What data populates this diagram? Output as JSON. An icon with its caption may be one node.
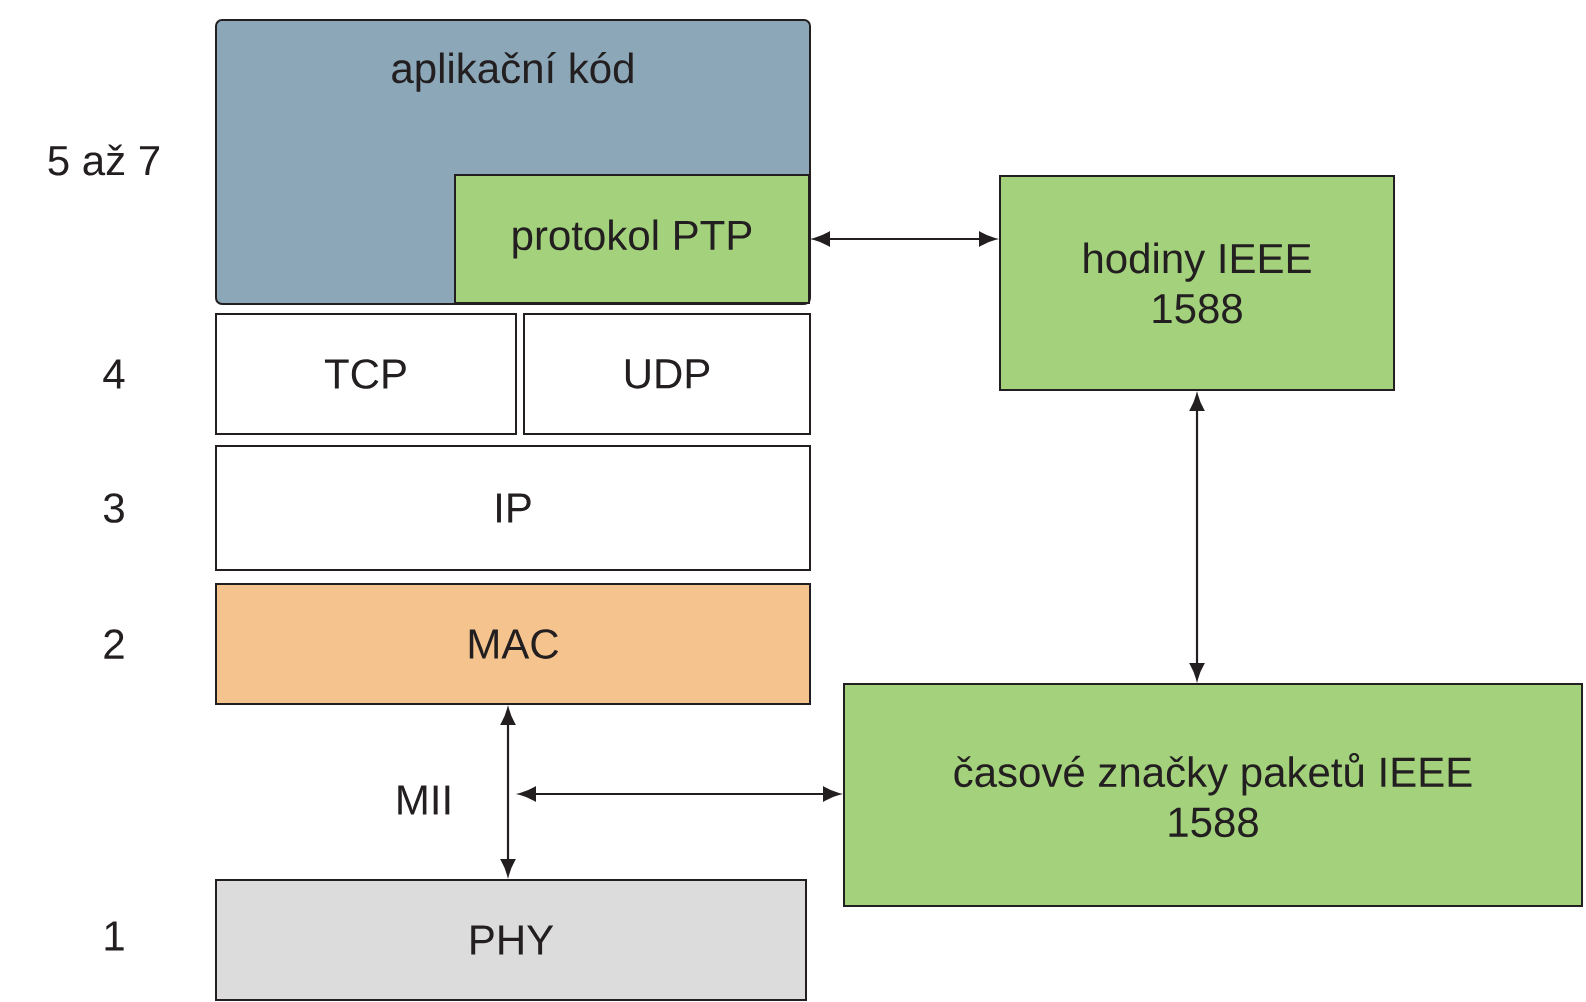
{
  "diagram": {
    "nodes": [
      {
        "text": [
          "aplikační kód"
        ]
      },
      {
        "text": [
          "protokol PTP"
        ],
        "in": 0
      },
      {
        "text": [
          "TCP"
        ]
      },
      {
        "text": [
          "UDP"
        ]
      },
      {
        "text": [
          "IP"
        ]
      },
      {
        "text": [
          "MAC"
        ]
      },
      {
        "text": [
          "PHY"
        ]
      },
      {
        "text": [
          "hodiny IEEE 1588"
        ]
      },
      {
        "text": [
          "časové značky paketů IEEE 1588"
        ]
      }
    ],
    "edges": [
      {
        "from": 1,
        "to": 7,
        "arrow": "both"
      },
      {
        "from": 7,
        "to": 8,
        "arrow": "both"
      },
      {
        "from": 5,
        "to": 6,
        "arrow": "both",
        "label": "MII"
      },
      {
        "from": null,
        "to": 8,
        "arrow": "both"
      }
    ],
    "labels": [
      "5 až 7",
      "4",
      "3",
      "2",
      "1"
    ]
  }
}
